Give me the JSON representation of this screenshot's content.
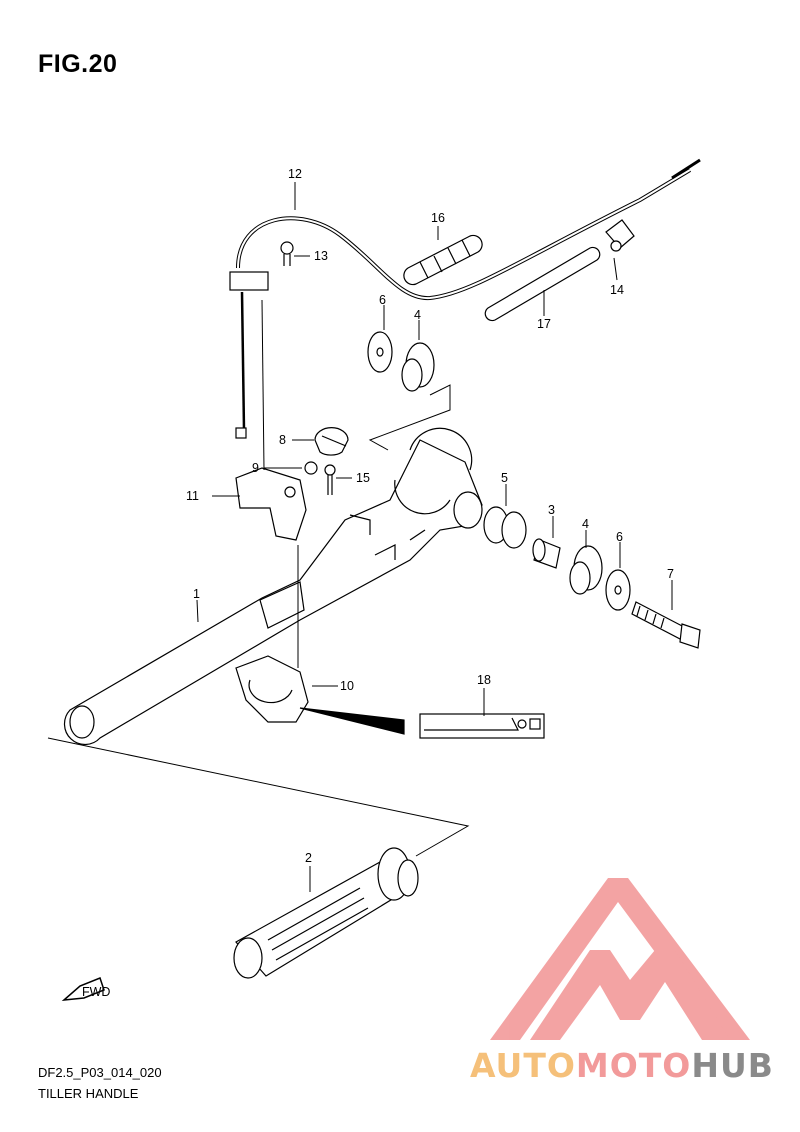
{
  "figure": {
    "title": "FIG.20"
  },
  "footer": {
    "code": "DF2.5_P03_014_020",
    "name": "TILLER HANDLE"
  },
  "callouts": [
    "1",
    "2",
    "3",
    "4",
    "4",
    "5",
    "6",
    "6",
    "7",
    "8",
    "9",
    "10",
    "11",
    "12",
    "13",
    "14",
    "15",
    "16",
    "17",
    "18"
  ],
  "fwd_label": "FWD",
  "watermark": {
    "part1": "AUTO",
    "part2": "MOTO",
    "part3": "HUB",
    "color_orange": "#f5c07a",
    "color_red": "#f29a9a",
    "color_gray": "#8a8a8a"
  }
}
